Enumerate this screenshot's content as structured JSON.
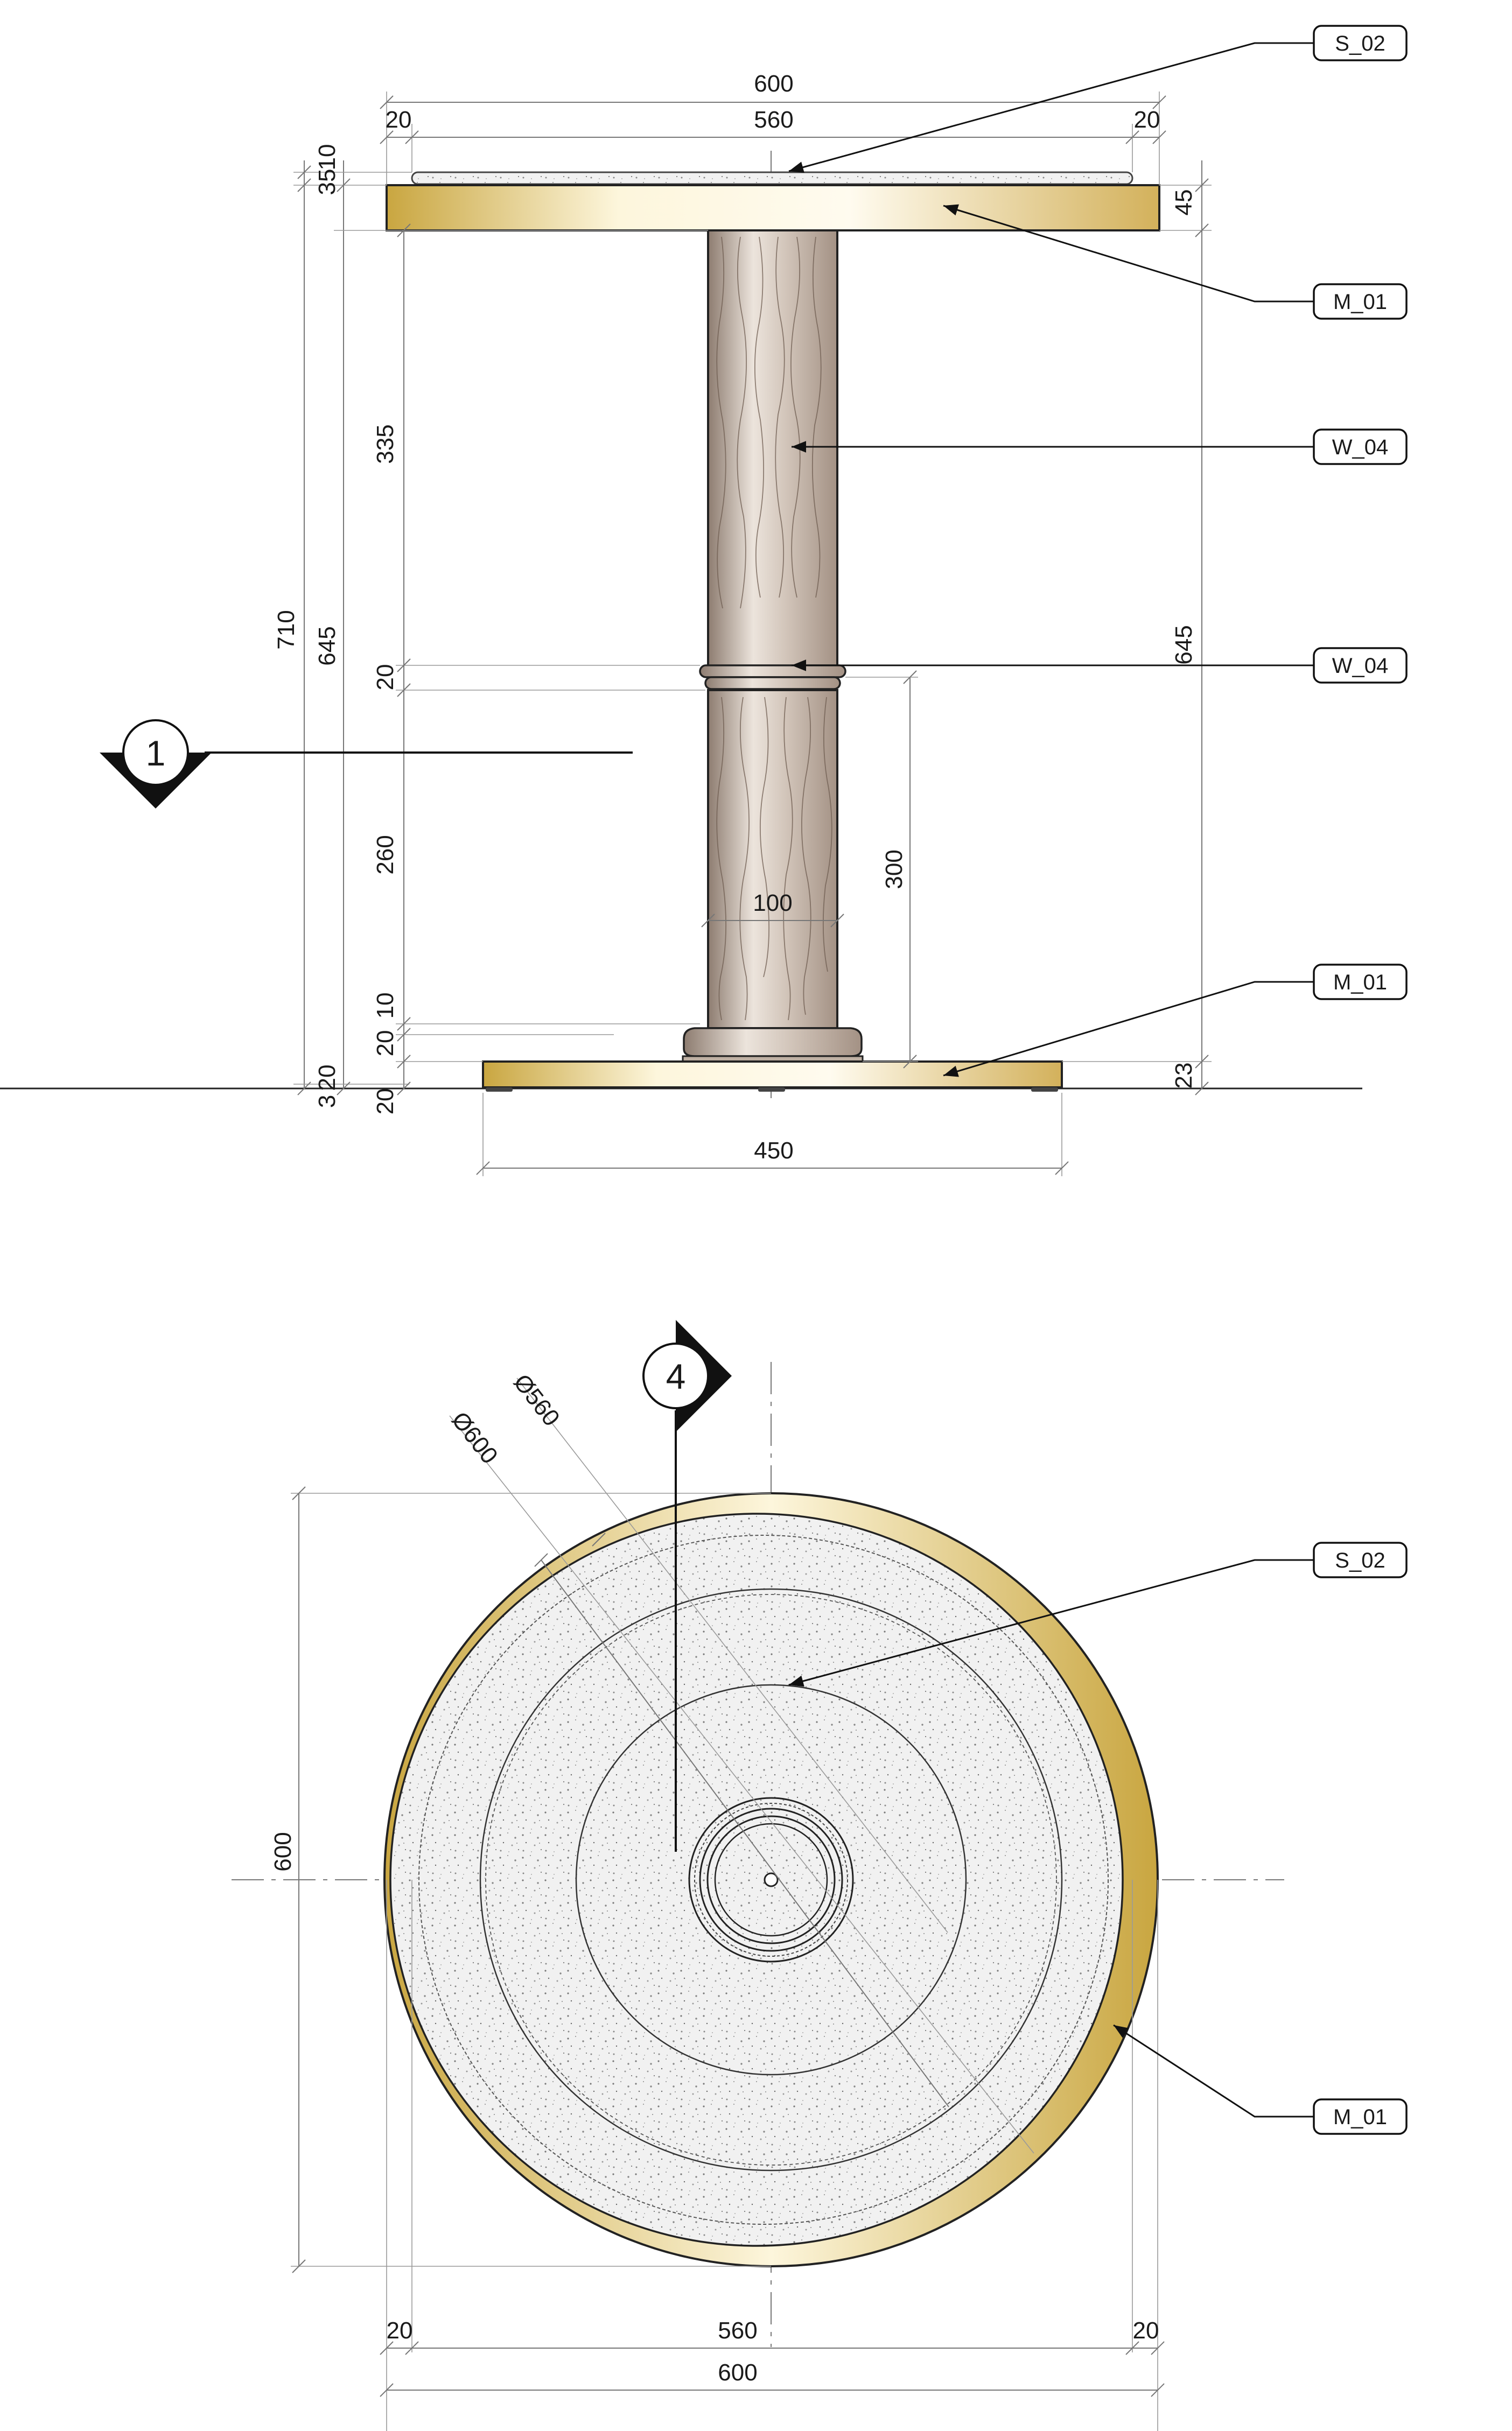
{
  "elevation": {
    "top_dims": {
      "overall": "600",
      "inner": "560",
      "left_edge": "20",
      "right_edge": "20"
    },
    "left_dims": {
      "top_35": "35",
      "top_10": "10",
      "upper": "335",
      "total_710": "710",
      "total_645": "645",
      "collar": "20",
      "lower": "260",
      "d10": "10",
      "d20a": "20",
      "d20b": "20",
      "d3": "3",
      "d20c": "20"
    },
    "right_dims": {
      "top_thk": "45",
      "height": "645",
      "foot": "23"
    },
    "inner_dims": {
      "column_dia": "100",
      "collar_height": "300"
    },
    "base_width": "450",
    "section_marker": "1",
    "tags": {
      "top_surface": "S_02",
      "top_frame": "M_01",
      "column": "W_04",
      "collar": "W_04",
      "base": "M_01"
    }
  },
  "plan": {
    "section_marker": "4",
    "dia_outer": "Ø600",
    "dia_inner": "Ø560",
    "height_dim": "600",
    "bottom_dims": {
      "left_edge": "20",
      "inner": "560",
      "right_edge": "20",
      "overall": "600"
    },
    "tags": {
      "surface": "S_02",
      "rim": "M_01"
    }
  },
  "colors": {
    "brass": "#c9a640",
    "brass_light": "#fdf6dc",
    "wood": "#bfb0a3",
    "stone": "#eeeeee",
    "ink": "#111111"
  }
}
